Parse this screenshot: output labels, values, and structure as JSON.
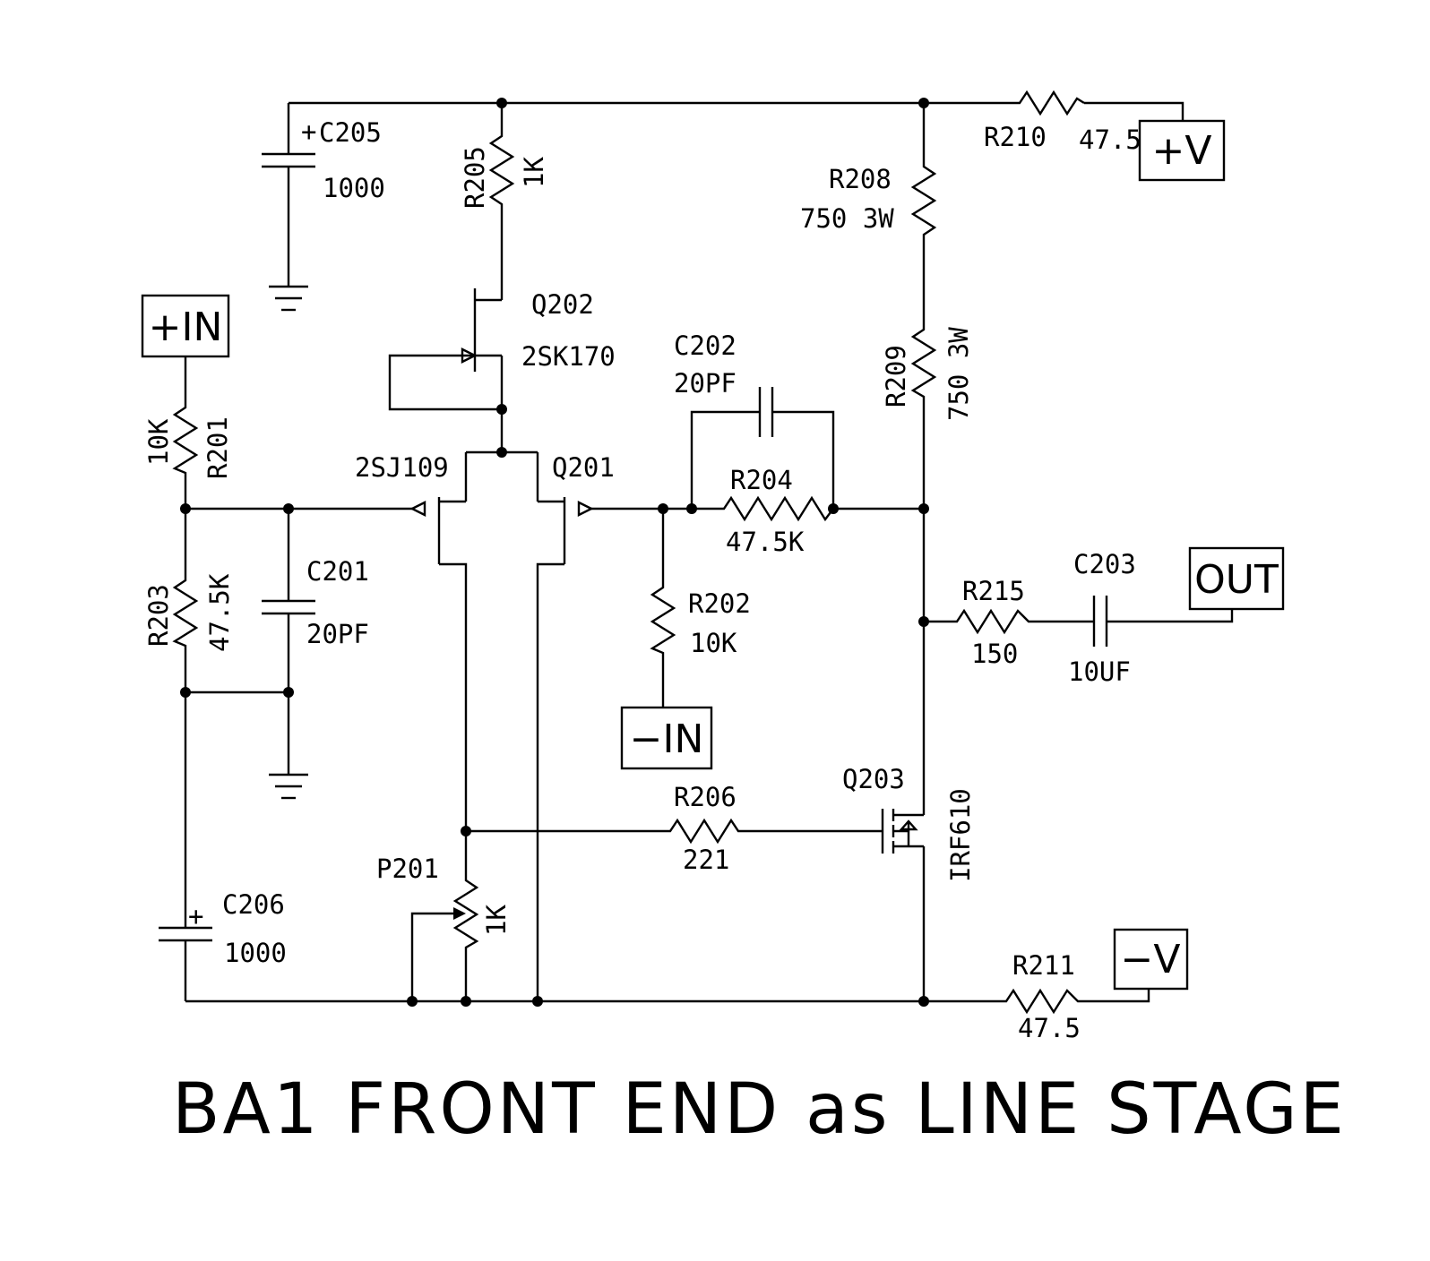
{
  "title": "BA1 FRONT END as LINE STAGE",
  "ports": {
    "pos_in": "+IN",
    "neg_in": "−IN",
    "pos_v": "+V",
    "neg_v": "−V",
    "out": "OUT"
  },
  "components": {
    "C205": {
      "ref": "C205",
      "value": "1000",
      "polarity": "+"
    },
    "C206": {
      "ref": "C206",
      "value": "1000",
      "polarity": "+"
    },
    "C201": {
      "ref": "C201",
      "value": "20PF"
    },
    "C202": {
      "ref": "C202",
      "value": "20PF"
    },
    "C203": {
      "ref": "C203",
      "value": "10UF"
    },
    "R201": {
      "ref": "R201",
      "value": "10K"
    },
    "R202": {
      "ref": "R202",
      "value": "10K"
    },
    "R203": {
      "ref": "R203",
      "value": "47.5K"
    },
    "R204": {
      "ref": "R204",
      "value": "47.5K"
    },
    "R205": {
      "ref": "R205",
      "value": "1K"
    },
    "R206": {
      "ref": "R206",
      "value": "221"
    },
    "R208": {
      "ref": "R208",
      "value": "750 3W"
    },
    "R209": {
      "ref": "R209",
      "value": "750 3W"
    },
    "R210": {
      "ref": "R210",
      "value": "47.5"
    },
    "R211": {
      "ref": "R211",
      "value": "47.5"
    },
    "R215": {
      "ref": "R215",
      "value": "150"
    },
    "P201": {
      "ref": "P201",
      "value": "1K"
    },
    "Q201": {
      "ref": "Q201"
    },
    "Q202": {
      "ref": "Q202",
      "part": "2SK170"
    },
    "Q203": {
      "ref": "Q203",
      "part": "IRF610"
    },
    "Q201_part": "2SJ109"
  }
}
